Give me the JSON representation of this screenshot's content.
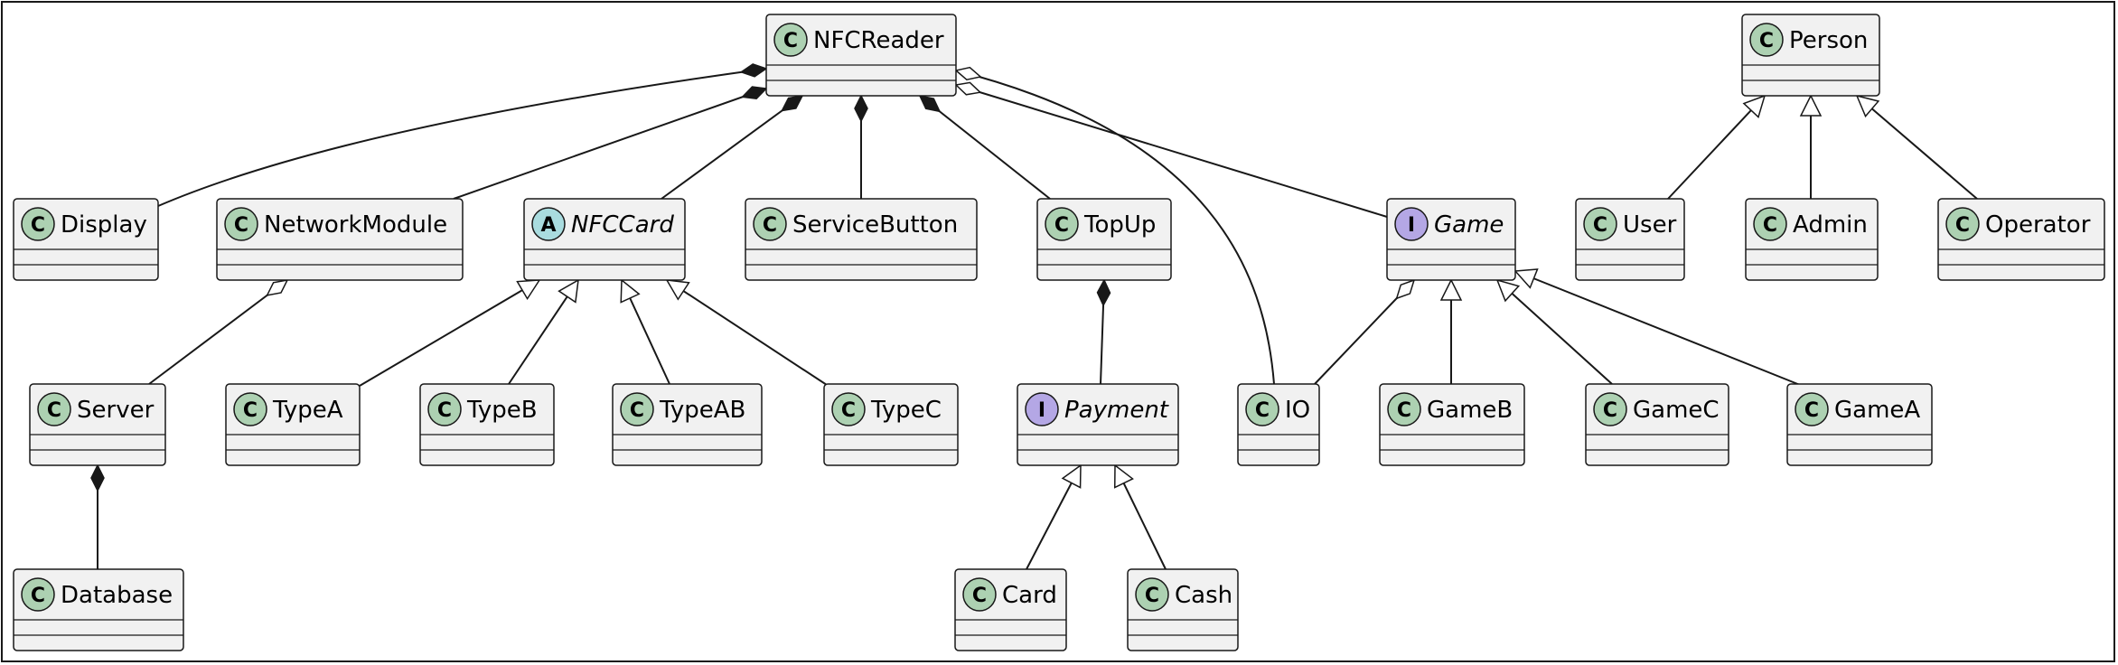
{
  "diagram": {
    "classes": [
      {
        "id": "nfcreader",
        "name": "NFCReader",
        "kind": "C",
        "stereo_color": "#ADD1B2",
        "italic": false
      },
      {
        "id": "person",
        "name": "Person",
        "kind": "C",
        "stereo_color": "#ADD1B2",
        "italic": false
      },
      {
        "id": "display",
        "name": "Display",
        "kind": "C",
        "stereo_color": "#ADD1B2",
        "italic": false
      },
      {
        "id": "networkmodule",
        "name": "NetworkModule",
        "kind": "C",
        "stereo_color": "#ADD1B2",
        "italic": false
      },
      {
        "id": "nfccard",
        "name": "NFCCard",
        "kind": "A",
        "stereo_color": "#A9DCDF",
        "italic": true
      },
      {
        "id": "servicebutton",
        "name": "ServiceButton",
        "kind": "C",
        "stereo_color": "#ADD1B2",
        "italic": false
      },
      {
        "id": "topup",
        "name": "TopUp",
        "kind": "C",
        "stereo_color": "#ADD1B2",
        "italic": false
      },
      {
        "id": "game",
        "name": "Game",
        "kind": "I",
        "stereo_color": "#B4A7E5",
        "italic": true
      },
      {
        "id": "user",
        "name": "User",
        "kind": "C",
        "stereo_color": "#ADD1B2",
        "italic": false
      },
      {
        "id": "admin",
        "name": "Admin",
        "kind": "C",
        "stereo_color": "#ADD1B2",
        "italic": false
      },
      {
        "id": "operator",
        "name": "Operator",
        "kind": "C",
        "stereo_color": "#ADD1B2",
        "italic": false
      },
      {
        "id": "server",
        "name": "Server",
        "kind": "C",
        "stereo_color": "#ADD1B2",
        "italic": false
      },
      {
        "id": "typea",
        "name": "TypeA",
        "kind": "C",
        "stereo_color": "#ADD1B2",
        "italic": false
      },
      {
        "id": "typeb",
        "name": "TypeB",
        "kind": "C",
        "stereo_color": "#ADD1B2",
        "italic": false
      },
      {
        "id": "typeab",
        "name": "TypeAB",
        "kind": "C",
        "stereo_color": "#ADD1B2",
        "italic": false
      },
      {
        "id": "typec",
        "name": "TypeC",
        "kind": "C",
        "stereo_color": "#ADD1B2",
        "italic": false
      },
      {
        "id": "payment",
        "name": "Payment",
        "kind": "I",
        "stereo_color": "#B4A7E5",
        "italic": true
      },
      {
        "id": "io",
        "name": "IO",
        "kind": "C",
        "stereo_color": "#ADD1B2",
        "italic": false
      },
      {
        "id": "gameb",
        "name": "GameB",
        "kind": "C",
        "stereo_color": "#ADD1B2",
        "italic": false
      },
      {
        "id": "gamec",
        "name": "GameC",
        "kind": "C",
        "stereo_color": "#ADD1B2",
        "italic": false
      },
      {
        "id": "gamea",
        "name": "GameA",
        "kind": "C",
        "stereo_color": "#ADD1B2",
        "italic": false
      },
      {
        "id": "database",
        "name": "Database",
        "kind": "C",
        "stereo_color": "#ADD1B2",
        "italic": false
      },
      {
        "id": "card",
        "name": "Card",
        "kind": "C",
        "stereo_color": "#ADD1B2",
        "italic": false
      },
      {
        "id": "cash",
        "name": "Cash",
        "kind": "C",
        "stereo_color": "#ADD1B2",
        "italic": false
      }
    ],
    "relations": [
      {
        "from": "nfcreader",
        "to": "display",
        "type": "composition"
      },
      {
        "from": "nfcreader",
        "to": "networkmodule",
        "type": "composition"
      },
      {
        "from": "nfcreader",
        "to": "nfccard",
        "type": "composition"
      },
      {
        "from": "nfcreader",
        "to": "servicebutton",
        "type": "composition"
      },
      {
        "from": "nfcreader",
        "to": "topup",
        "type": "composition"
      },
      {
        "from": "nfcreader",
        "to": "game",
        "type": "aggregation"
      },
      {
        "from": "nfcreader",
        "to": "io",
        "type": "aggregation"
      },
      {
        "from": "networkmodule",
        "to": "server",
        "type": "aggregation"
      },
      {
        "from": "server",
        "to": "database",
        "type": "composition"
      },
      {
        "from": "topup",
        "to": "payment",
        "type": "composition"
      },
      {
        "from": "game",
        "to": "io",
        "type": "aggregation"
      },
      {
        "from": "person",
        "to": "user",
        "type": "inheritance"
      },
      {
        "from": "person",
        "to": "admin",
        "type": "inheritance"
      },
      {
        "from": "person",
        "to": "operator",
        "type": "inheritance"
      },
      {
        "from": "nfccard",
        "to": "typea",
        "type": "inheritance"
      },
      {
        "from": "nfccard",
        "to": "typeb",
        "type": "inheritance"
      },
      {
        "from": "nfccard",
        "to": "typeab",
        "type": "inheritance"
      },
      {
        "from": "nfccard",
        "to": "typec",
        "type": "inheritance"
      },
      {
        "from": "payment",
        "to": "card",
        "type": "inheritance"
      },
      {
        "from": "payment",
        "to": "cash",
        "type": "inheritance"
      },
      {
        "from": "game",
        "to": "gameb",
        "type": "inheritance"
      },
      {
        "from": "game",
        "to": "gamec",
        "type": "inheritance"
      },
      {
        "from": "game",
        "to": "gamea",
        "type": "inheritance"
      }
    ],
    "colors": {
      "box_fill": "#F1F1F1",
      "stroke": "#181818",
      "edge": "#181818"
    }
  }
}
